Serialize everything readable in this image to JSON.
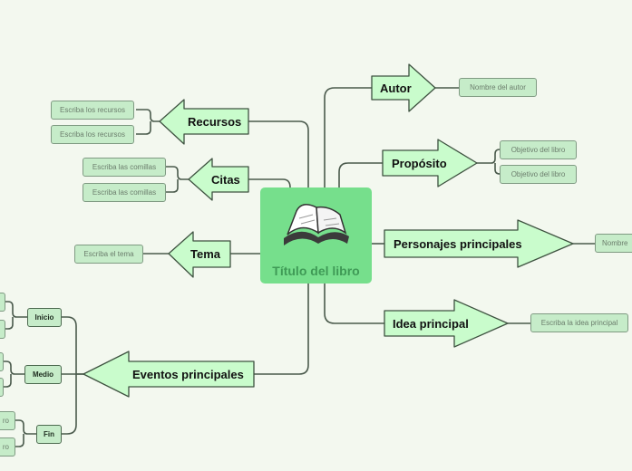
{
  "center": {
    "title": "Título del libro",
    "icon": "open-book-icon"
  },
  "colors": {
    "background": "#f3f8ef",
    "center": "#76df8c",
    "node": "#c9fccc",
    "chip": "#c6ecc9",
    "line": "#4a5a4c"
  },
  "branches": {
    "autor": {
      "label": "Autor",
      "chips": [
        "Nombre del autor"
      ]
    },
    "proposito": {
      "label": "Propósito",
      "chips": [
        "Objetivo del libro",
        "Objetivo del libro"
      ]
    },
    "personajes": {
      "label": "Personajes principales",
      "chips": [
        "Nombre"
      ]
    },
    "idea": {
      "label": "Idea principal",
      "chips": [
        "Escriba la idea principal"
      ]
    },
    "recursos": {
      "label": "Recursos",
      "chips": [
        "Escriba los recursos",
        "Escriba los recursos"
      ]
    },
    "citas": {
      "label": "Citas",
      "chips": [
        "Escriba las comillas",
        "Escriba las comillas"
      ]
    },
    "tema": {
      "label": "Tema",
      "chips": [
        "Escriba el tema"
      ]
    },
    "eventos": {
      "label": "Eventos principales",
      "groups": [
        {
          "label": "Inicio",
          "chips": [
            "",
            ""
          ]
        },
        {
          "label": "Medio",
          "chips": [
            "",
            ""
          ]
        },
        {
          "label": "Fin",
          "chips": [
            "ro",
            "ro"
          ]
        }
      ]
    }
  }
}
